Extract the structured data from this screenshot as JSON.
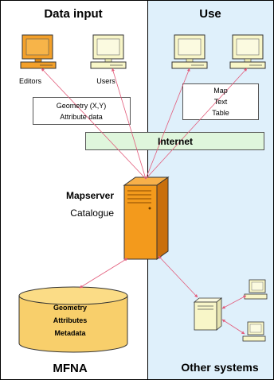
{
  "panels": {
    "left_title": "Data input",
    "right_title": "Use",
    "bottom_left_title": "MFNA",
    "bottom_right_title": "Other systems"
  },
  "clients": {
    "editors_label": "Editors",
    "users_label": "Users"
  },
  "input_box": {
    "line1": "Geometry (X,Y)",
    "line2": "Attribute data"
  },
  "output_box": {
    "line1": "Map",
    "line2": "Text",
    "line3": "Table"
  },
  "network": {
    "label": "Internet"
  },
  "server": {
    "line1": "Mapserver",
    "line2": "Catalogue"
  },
  "database": {
    "line1": "Geometry",
    "line2": "Attributes",
    "line3": "Metadata"
  },
  "colors": {
    "right_panel": "#dff0fb",
    "internet_band": "#dff6dc",
    "server_orange": "#f39a1c",
    "db_yellow": "#f8cf6b",
    "editor_monitor": "#f3a02a",
    "user_monitor": "#f8f6c8",
    "arrow": "#e25b7a"
  }
}
